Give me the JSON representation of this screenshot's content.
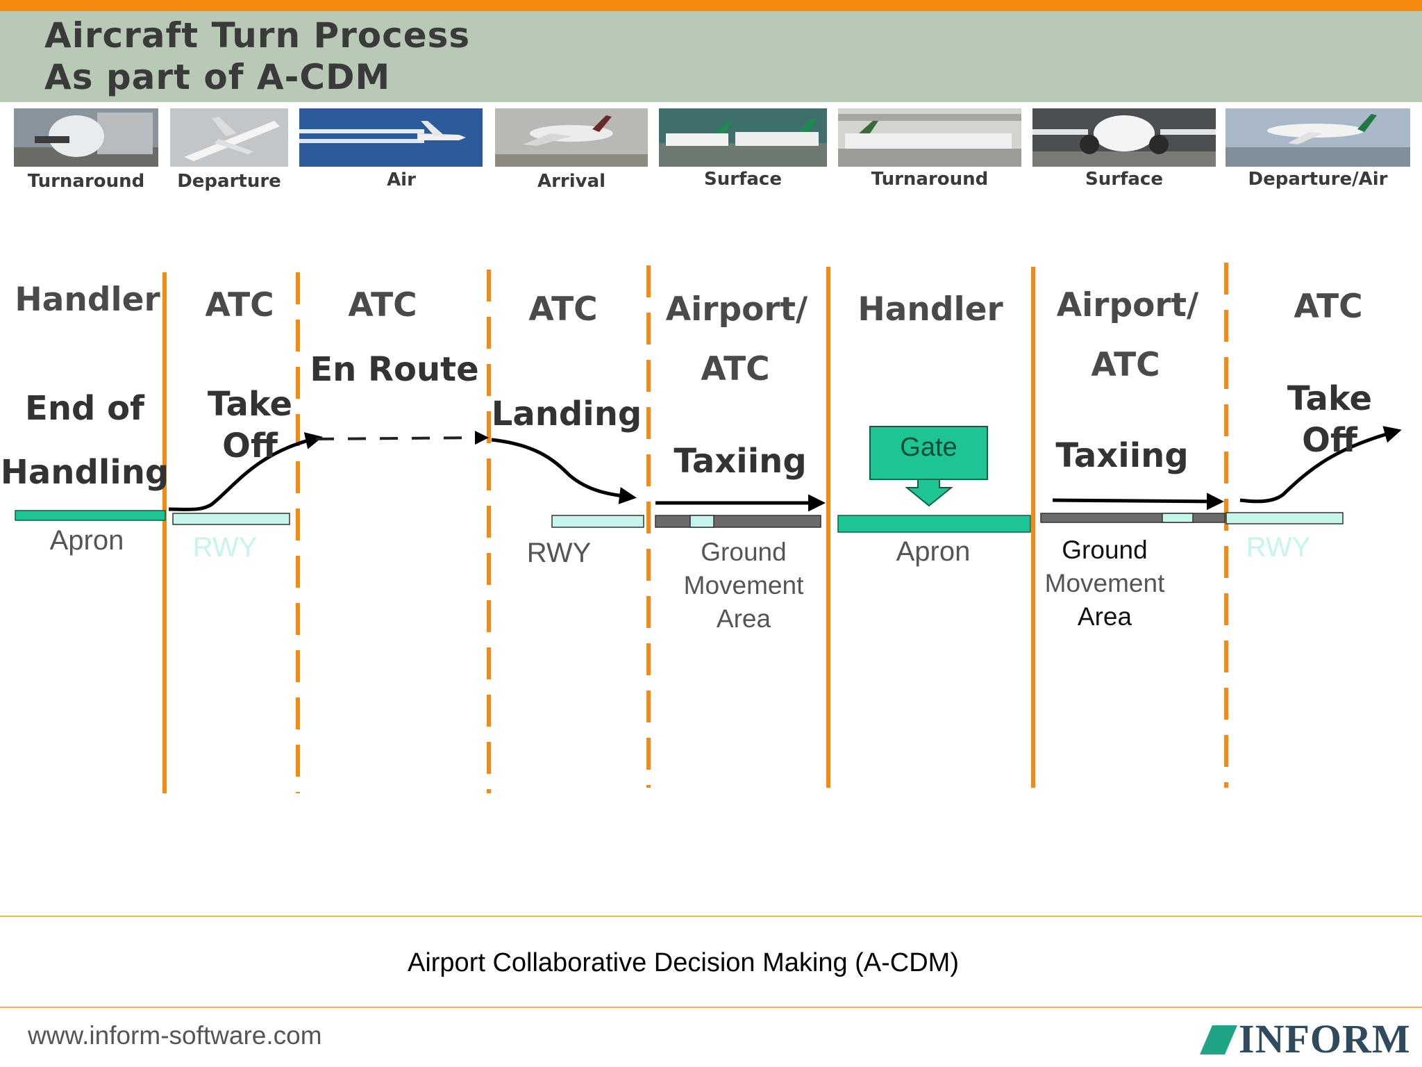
{
  "title": {
    "line1": "Aircraft Turn Process",
    "line2": "As part of A-CDM"
  },
  "photos": [
    {
      "caption": "Turnaround"
    },
    {
      "caption": "Departure"
    },
    {
      "caption": "Air"
    },
    {
      "caption": "Arrival"
    },
    {
      "caption": "Surface"
    },
    {
      "caption": "Turnaround"
    },
    {
      "caption": "Surface"
    },
    {
      "caption": "Departure/Air"
    }
  ],
  "roles": [
    "Handler",
    "ATC",
    "ATC",
    "ATC",
    "Airport/",
    "ATC",
    "Handler",
    "Airport/",
    "ATC",
    "ATC"
  ],
  "phases": {
    "end_of_1": "End of",
    "end_of_2": "Handling",
    "takeoff_1a": "Take",
    "takeoff_1b": "Off",
    "en_route": "En Route",
    "landing": "Landing",
    "taxiing_1": "Taxiing",
    "taxiing_2": "Taxiing",
    "takeoff_2a": "Take",
    "takeoff_2b": "Off"
  },
  "gate": "Gate",
  "areas": {
    "apron_1": "Apron",
    "rwy_1": "RWY",
    "rwy_2": "RWY",
    "gma_1": [
      "Ground",
      "Movement",
      "Area"
    ],
    "apron_2": "Apron",
    "gma_2": [
      "Ground",
      "Movement",
      "Area"
    ],
    "rwy_3": "RWY"
  },
  "colors": {
    "accent": "#f58a12",
    "header": "#b8c9b6",
    "area_green": "#1fc494",
    "rwy_light": "#c6f5ec"
  },
  "footer": {
    "title": "Airport Collaborative Decision Making (A-CDM)",
    "url": "www.inform-software.com",
    "logo": "INFORM"
  }
}
